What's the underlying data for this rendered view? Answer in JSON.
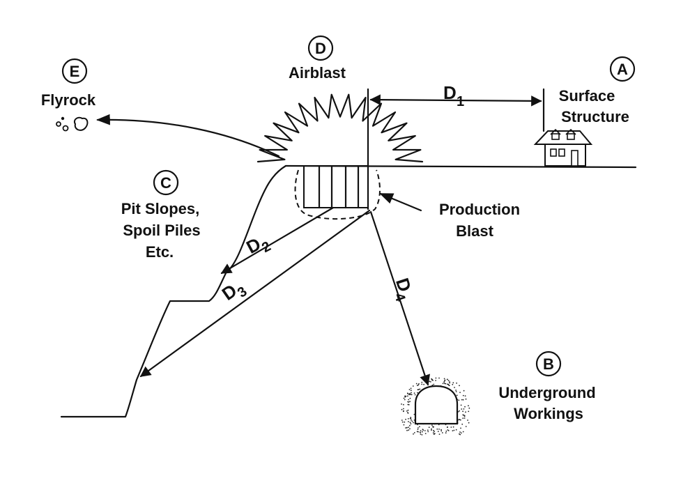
{
  "labels": {
    "A": {
      "letter": "A",
      "line1": "Surface",
      "line2": "Structure"
    },
    "B": {
      "letter": "B",
      "line1": "Underground",
      "line2": "Workings"
    },
    "C": {
      "letter": "C",
      "line1": "Pit Slopes,",
      "line2": "Spoil Piles",
      "line3": "Etc."
    },
    "D": {
      "letter": "D",
      "line1": "Airblast"
    },
    "E": {
      "letter": "E",
      "line1": "Flyrock"
    },
    "production": {
      "line1": "Production",
      "line2": "Blast"
    }
  },
  "distances": {
    "d1": {
      "main": "D",
      "sub": "1"
    },
    "d2": {
      "main": "D",
      "sub": "2"
    },
    "d3": {
      "main": "D",
      "sub": "3"
    },
    "d4": {
      "main": "D",
      "sub": "4"
    }
  }
}
